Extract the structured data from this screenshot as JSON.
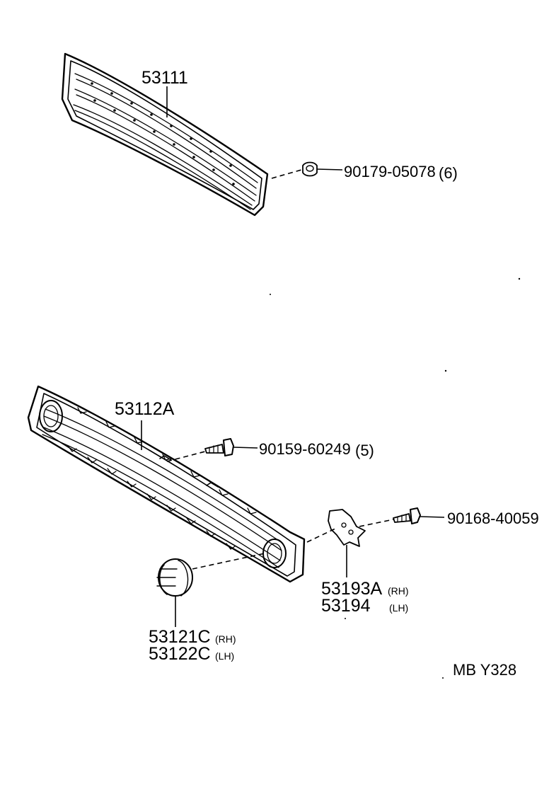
{
  "diagram": {
    "parts": [
      {
        "id": "upper_grille",
        "number": "53111"
      },
      {
        "id": "upper_clip",
        "number": "90179-05078",
        "qty": "(6)"
      },
      {
        "id": "lower_grille",
        "number": "53112A"
      },
      {
        "id": "lower_screw",
        "number": "90159-60249",
        "qty": "(5)"
      },
      {
        "id": "bracket_screw",
        "number": "90168-40059"
      },
      {
        "id": "bracket",
        "number_rh": "53193A",
        "side_rh": "(RH)",
        "number_lh": "53194",
        "side_lh": "(LH)"
      },
      {
        "id": "cover",
        "number_rh": "53121C",
        "side_rh": "(RH)",
        "number_lh": "53122C",
        "side_lh": "(LH)"
      }
    ],
    "figure_code": "MB Y328"
  }
}
